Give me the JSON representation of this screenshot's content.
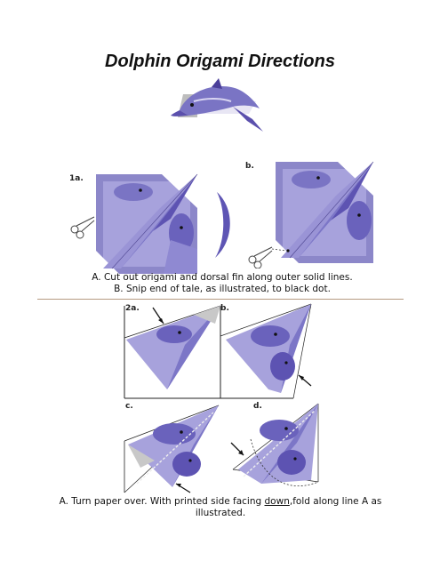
{
  "title": "Dolphin Origami Directions",
  "steps": {
    "s1a": "1a.",
    "s1b": "b.",
    "s2a": "2a.",
    "s2b": "b.",
    "s2c": "c.",
    "s2d": "d."
  },
  "caption1": {
    "line1": "A. Cut out origami and dorsal fin along outer solid lines.",
    "line2": "B. Snip end of tale, as illustrated, to black dot."
  },
  "caption2": {
    "pre": "A. Turn paper over. With printed side facing ",
    "underlined": "down",
    "post": ",fold along line A as illustrated."
  },
  "icons": [
    "dolphin-illustration",
    "scissors-icon",
    "arrow-icon"
  ],
  "colors": {
    "dolphin": "#7a74c4",
    "dolphin_dark": "#4b3f9a",
    "dolphin_light": "#c9c6ec",
    "frame": "#8c87c9",
    "grey": "#c8c8c8",
    "divider": "#b59a82"
  }
}
